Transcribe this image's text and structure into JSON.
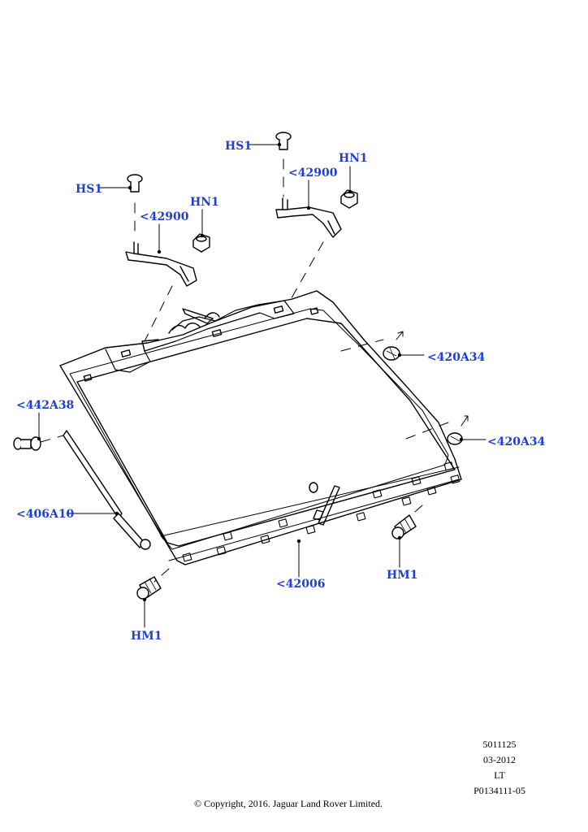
{
  "callouts": {
    "hs1_left": "HS1",
    "hs1_right": "HS1",
    "hn1_left": "HN1",
    "hn1_right": "HN1",
    "p42900_left": "<42900",
    "p42900_right": "<42900",
    "p420a34_upper": "<420A34",
    "p420a34_lower": "<420A34",
    "p442a38": "<442A38",
    "p406a10": "<406A10",
    "p42006": "<42006",
    "hm1_left": "HM1",
    "hm1_right": "HM1"
  },
  "drawing_info": {
    "number": "5011125",
    "date": "03-2012",
    "code": "LT",
    "reference": "P0134111-05"
  },
  "copyright": "© Copyright, 2016. Jaguar Land Rover Limited.",
  "colors": {
    "callout_text": "#1f3fd0",
    "line_art": "#000000",
    "background": "#ffffff"
  }
}
